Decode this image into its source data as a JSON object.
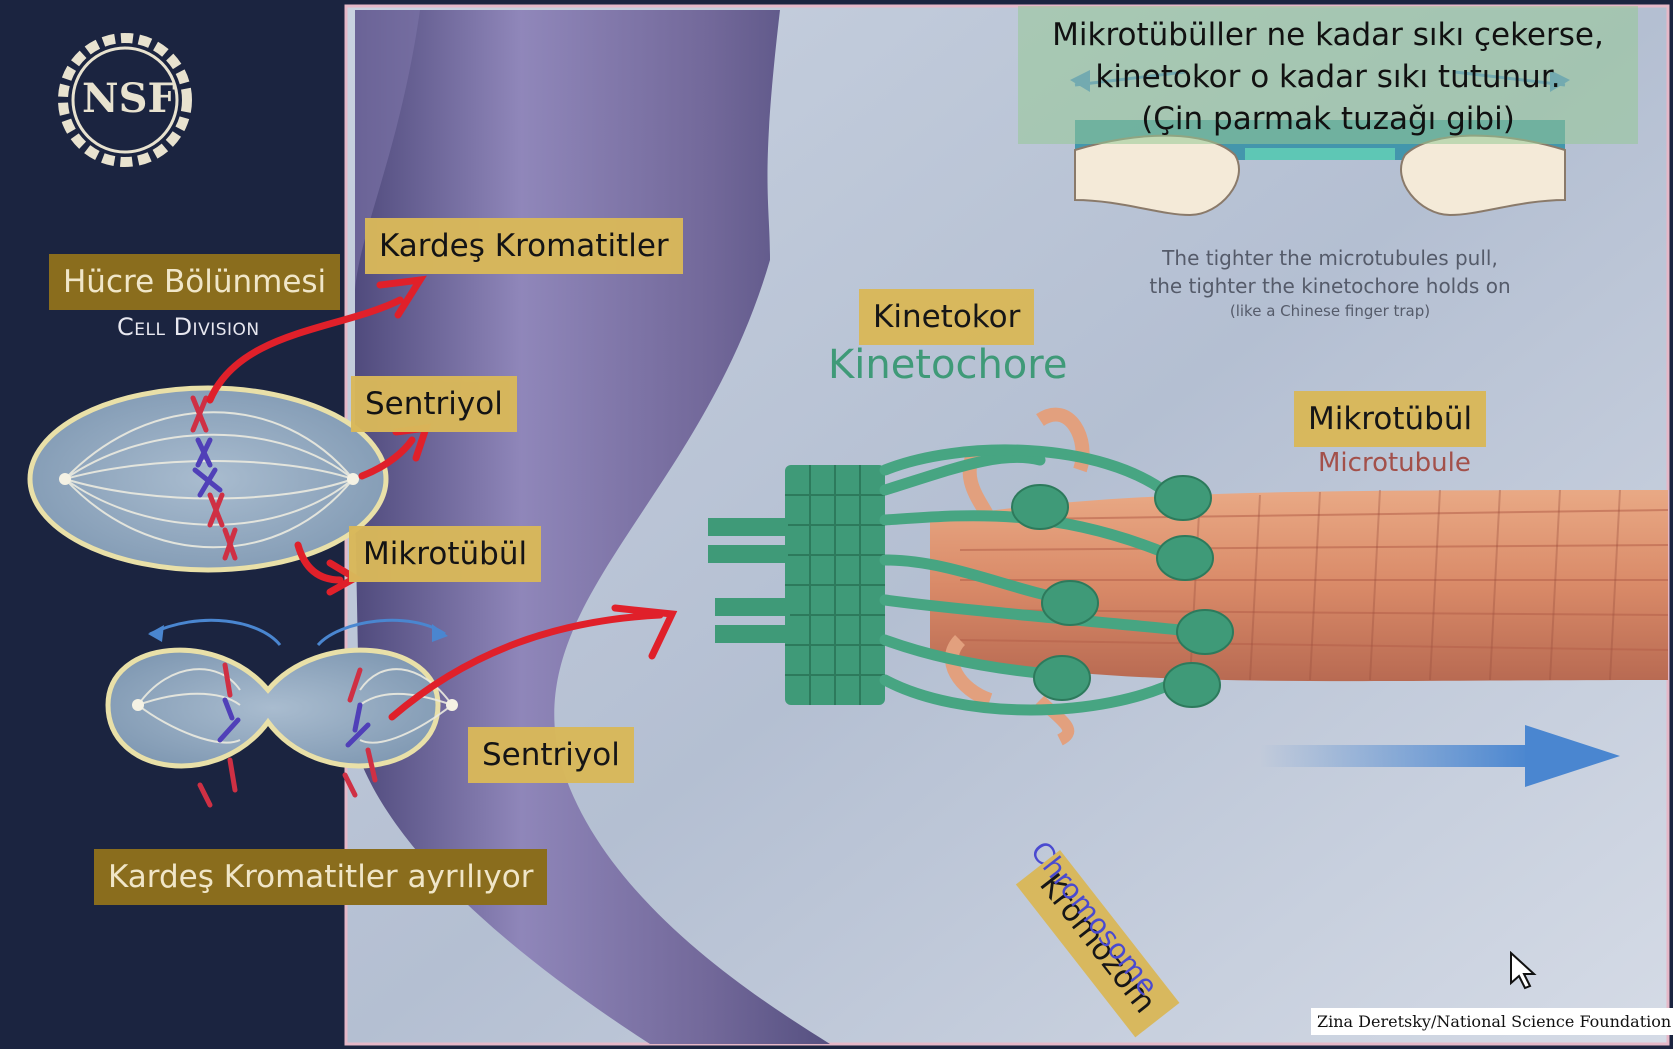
{
  "logo": {
    "text": "NSF"
  },
  "labels": {
    "cell_division_tr": "Hücre Bölünmesi",
    "cell_division_en": "Cell Division",
    "sister_chromatids": "Kardeş Kromatitler",
    "centriole_top": "Sentriyol",
    "microtubule_left": "Mikrotübül",
    "centriole_bottom": "Sentriyol",
    "chromatids_separating": "Kardeş Kromatitler ayrılıyor",
    "kinetochore_tr": "Kinetokor",
    "kinetochore_en": "Kinetochore",
    "microtubule_tr": "Mikrotübül",
    "microtubule_en": "Microtubule",
    "chromosome_tr": "Kromozom",
    "chromosome_en": "Chromosome"
  },
  "note_tr": {
    "line1": "Mikrotübüller ne kadar sıkı çekerse,",
    "line2": "kinetokor o kadar sıkı tutunur.",
    "line3": "(Çin parmak tuzağı gibi)"
  },
  "note_en": {
    "line1": "The tighter the microtubules pull,",
    "line2": "the tighter the kinetochore holds on",
    "line3": "(like a Chinese finger trap)"
  },
  "credit": "Zina Deretsky/National Science Foundation",
  "colors": {
    "navy": "#1b2440",
    "gold_label": "#d9b85a",
    "dark_gold_label": "#8a6d1d",
    "kinetochore_green": "#3f9a78",
    "microtubule_orange": "#d98a68",
    "chromosome_purple": "#6e6396",
    "arrow_red": "#e0202a",
    "arrow_blue": "#4a86d0"
  }
}
